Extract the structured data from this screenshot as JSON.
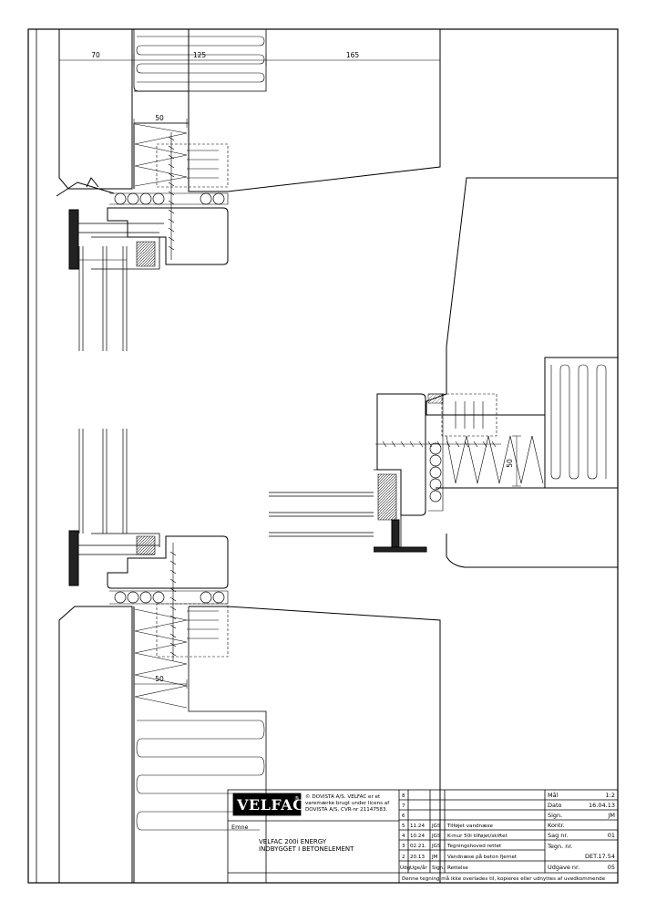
{
  "dimensions": {
    "top_row": [
      "70",
      "125",
      "165"
    ],
    "upper_insulation": "50",
    "lower_insulation": "50",
    "right_insulation": "50"
  },
  "title_block": {
    "logo_text": "VELFAC",
    "logo_mark": "®",
    "copyright": [
      "© DOVISTA A/S. VELFAC er et",
      "varemærke brugt under licens af",
      "DOVISTA A/S, CVR-nr 21147583."
    ],
    "emne_label": "Emne",
    "subject": [
      "VELFAC 200i ENERGY",
      "INDBYGGET I BETONELEMENT"
    ],
    "revisions": [
      {
        "num": "8",
        "date": "",
        "sign": "",
        "text": ""
      },
      {
        "num": "7",
        "date": "",
        "sign": "",
        "text": ""
      },
      {
        "num": "6",
        "date": "",
        "sign": "",
        "text": ""
      },
      {
        "num": "5",
        "date": "11.24",
        "sign": "JGS",
        "text": "Tilføjet vandnæse"
      },
      {
        "num": "4",
        "date": "10.24",
        "sign": "JGS",
        "text": "K-mur 50i tilføjet/skiftet"
      },
      {
        "num": "3",
        "date": "02.21.",
        "sign": "JGS",
        "text": "Tegningshoved rettet"
      },
      {
        "num": "2",
        "date": "20.13",
        "sign": "JM",
        "text": "Vandnæse på beton fjernet"
      }
    ],
    "rev_header": {
      "num": "Udg",
      "date": "Uge/år",
      "sign": "Sign.",
      "text": "Rettelse"
    },
    "info": [
      {
        "label": "Mål",
        "value": "1:2"
      },
      {
        "label": "Dato",
        "value": "16.04.13"
      },
      {
        "label": "Sign.",
        "value": "JM"
      },
      {
        "label": "Kontr.",
        "value": ""
      },
      {
        "label": "Sag nr.",
        "value": "01"
      },
      {
        "label": "Tegn. nr.",
        "value": ""
      },
      {
        "label": "",
        "value": "DET.17.54"
      },
      {
        "label": "Udgave nr.",
        "value": "05"
      }
    ],
    "footer": "Denne tegning må ikke overlades til, kopieres eller udnyttes af uvedkommende"
  }
}
